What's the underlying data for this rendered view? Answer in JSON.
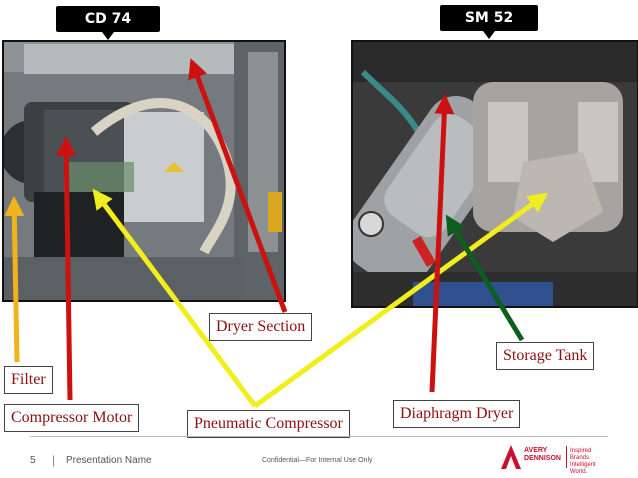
{
  "photos": {
    "left_title": "CD 74",
    "right_title": "SM 52"
  },
  "labels": {
    "filter": "Filter",
    "compressor_motor": "Compressor Motor",
    "dryer_section": "Dryer Section",
    "pneumatic_compressor": "Pneumatic Compressor",
    "diaphragm_dryer": "Diaphragm Dryer",
    "storage_tank": "Storage Tank"
  },
  "arrow_colors": {
    "red": "#cc1111",
    "yellow": "#f2ee1e",
    "orange": "#f2b21e",
    "green": "#0d5e1f"
  },
  "footer": {
    "page_number": "5",
    "separator": "|",
    "presentation_name": "Presentation Name",
    "confidential": "Confidential—For Internal Use Only",
    "brand_line1": "AVERY",
    "brand_line2": "DENNISON",
    "tagline_line1": "Inspired Brands.",
    "tagline_line2": "Intelligent World."
  }
}
